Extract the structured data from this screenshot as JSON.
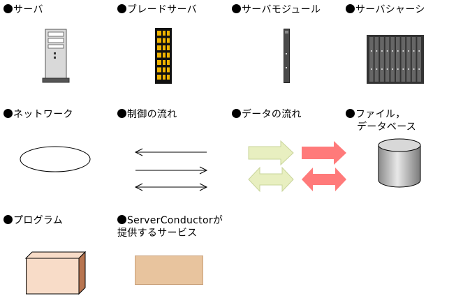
{
  "legend": {
    "server": {
      "label": "サーバ"
    },
    "blade_server": {
      "label": "ブレードサーバ"
    },
    "server_module": {
      "label": "サーバモジュール"
    },
    "server_chassis": {
      "label": "サーバシャーシ"
    },
    "network": {
      "label": "ネットワーク"
    },
    "control_flow": {
      "label": "制御の流れ"
    },
    "data_flow": {
      "label": "データの流れ"
    },
    "file_database": {
      "label_line1": "ファイル，",
      "label_line2": "データベース"
    },
    "program": {
      "label": "プログラム"
    },
    "service": {
      "label_line1": "ServerConductorが",
      "label_line2": "提供するサービス"
    }
  },
  "colors": {
    "data_arrow_light": "#e8efc0",
    "data_arrow_light_stroke": "#c8d49a",
    "data_arrow_red": "#ff7a7a",
    "program_box_front": "#f8dcc8",
    "program_box_side": "#b87550",
    "service_box": "#e8c49e",
    "blade_stripe": "#f0b400"
  }
}
